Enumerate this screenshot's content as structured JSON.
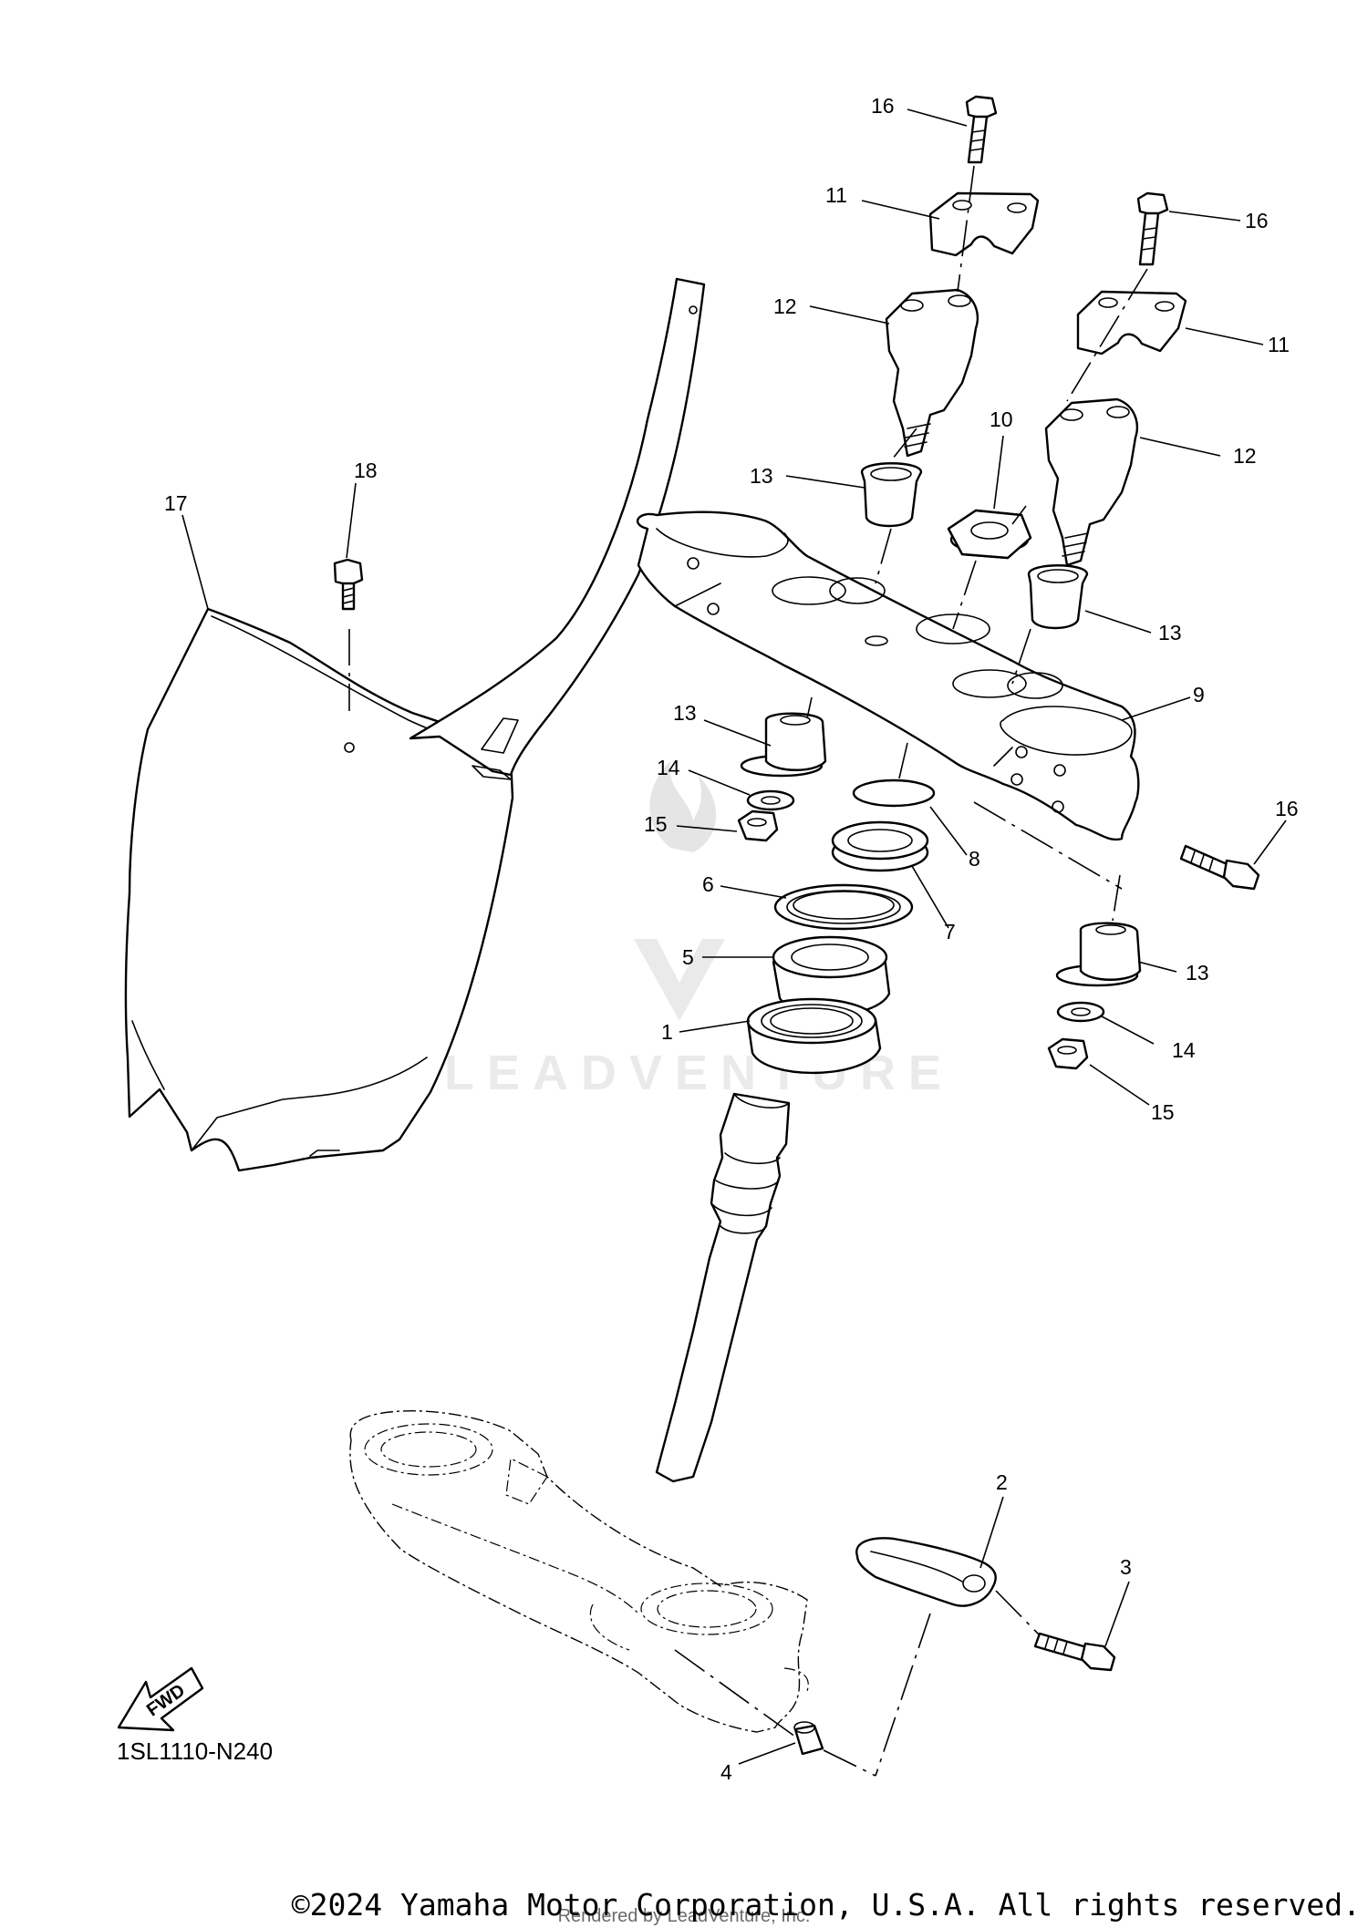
{
  "diagram": {
    "drawing_code": "1SL1110-N240",
    "fwd_label": "FWD",
    "watermark_text": "LEADVENTURE",
    "copyright": "©2024 Yamaha Motor Corporation, U.S.A. All rights reserved.",
    "rendered_by": "Rendered by LeadVenture, Inc.",
    "callouts": {
      "c1": "1",
      "c2": "2",
      "c3": "3",
      "c4": "4",
      "c5": "5",
      "c6": "6",
      "c7": "7",
      "c8": "8",
      "c9": "9",
      "c10": "10",
      "c11a": "11",
      "c11b": "11",
      "c12a": "12",
      "c12b": "12",
      "c13a": "13",
      "c13b": "13",
      "c13c": "13",
      "c13d": "13",
      "c14a": "14",
      "c14b": "14",
      "c15a": "15",
      "c15b": "15",
      "c16a": "16",
      "c16b": "16",
      "c16c": "16",
      "c17": "17",
      "c18": "18"
    }
  }
}
